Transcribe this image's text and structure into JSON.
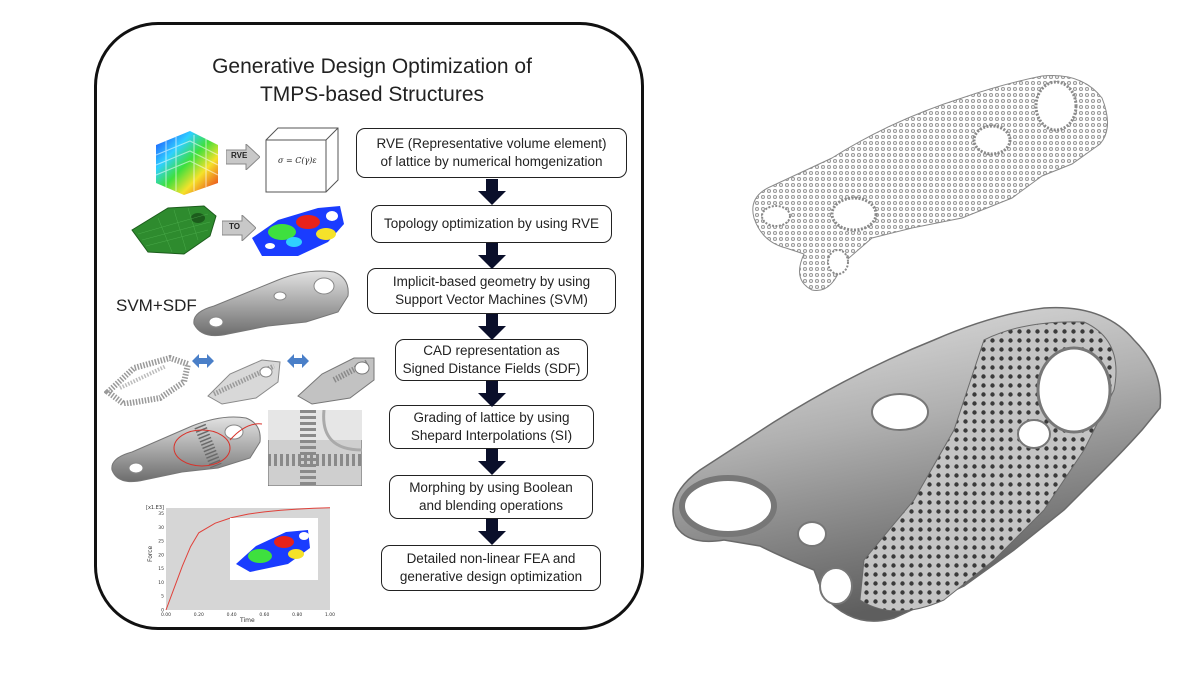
{
  "panel": {
    "title_line1": "Generative Design Optimization of",
    "title_line2": "TMPS-based Structures"
  },
  "steps": [
    {
      "line1": "RVE (Representative volume element)",
      "line2": "of lattice by numerical homgenization"
    },
    {
      "line1": "Topology optimization by using RVE",
      "line2": ""
    },
    {
      "line1": "Implicit-based geometry by using",
      "line2": "Support Vector Machines (SVM)"
    },
    {
      "line1": "CAD representation as",
      "line2": "Signed Distance Fields (SDF)"
    },
    {
      "line1": "Grading of lattice by using",
      "line2": "Shepard Interpolations (SI)"
    },
    {
      "line1": "Morphing by using Boolean",
      "line2": "and blending operations"
    },
    {
      "line1": "Detailed non-linear FEA and",
      "line2": "generative design optimization"
    }
  ],
  "illustrations": {
    "rve_arrow_label": "RVE",
    "rve_equation": "σ = C(γ)ε",
    "to_arrow_label": "TO",
    "svm_sdf_label": "SVM+SDF",
    "graph": {
      "multiplier": "[x1.E3]",
      "ylabel": "Force",
      "xlabel": "Time",
      "yticks": [
        "0",
        "5",
        "10",
        "15",
        "20",
        "25",
        "30",
        "35"
      ],
      "xticks": [
        "0.00",
        "0.20",
        "0.40",
        "0.60",
        "0.80",
        "1.00"
      ]
    }
  },
  "colors": {
    "arrow": "#0a0f2a",
    "lattice_gray": "#9a9a9a",
    "solid_gray": "#b5b5b5",
    "fe_green": "#2e8b2e",
    "blue_arrow": "#4a7fc8"
  },
  "chart_data": {
    "type": "line",
    "title": "",
    "xlabel": "Time",
    "ylabel": "Force",
    "multiplier": "[x1.E3]",
    "xlim": [
      0,
      1
    ],
    "ylim": [
      0,
      37
    ],
    "series": [
      {
        "x": [
          0.0,
          0.05,
          0.1,
          0.15,
          0.2,
          0.3,
          0.4,
          0.5,
          0.6,
          0.7,
          0.8,
          0.9,
          1.0
        ],
        "y": [
          0,
          8,
          16,
          23,
          28,
          31.5,
          33.5,
          34.8,
          35.6,
          36.2,
          36.6,
          36.9,
          37.1
        ]
      }
    ]
  }
}
